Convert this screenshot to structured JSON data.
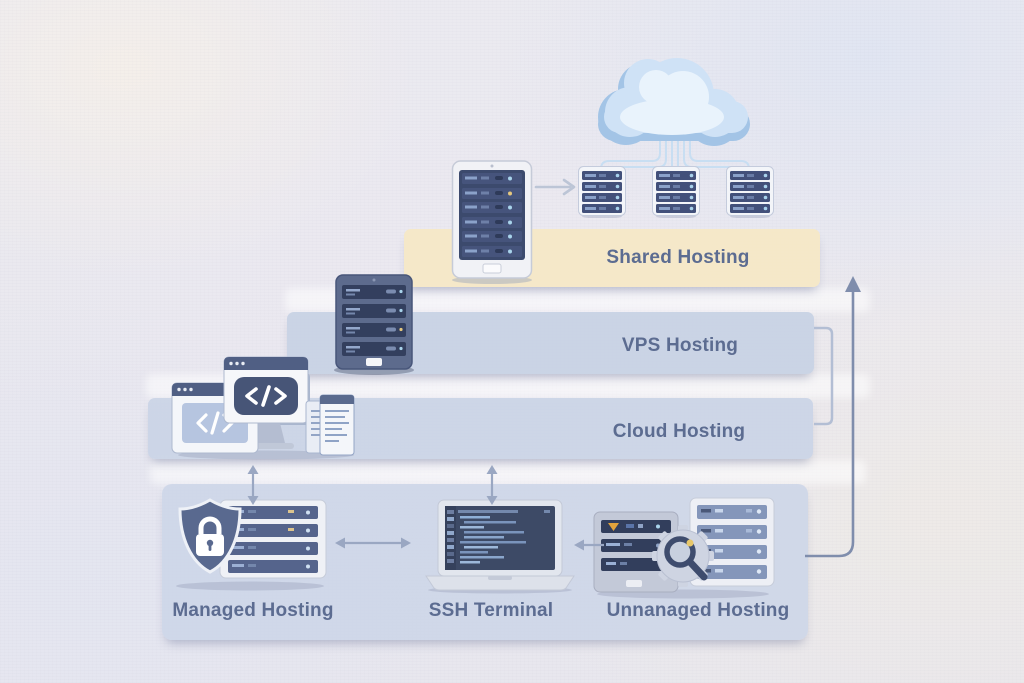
{
  "bands": {
    "shared": {
      "label": "Shared Hosting"
    },
    "vps": {
      "label": "VPS Hosting"
    },
    "cloud": {
      "label": "Cloud Hosting"
    }
  },
  "bottom": {
    "managed": {
      "label": "Managed Hosting"
    },
    "ssh": {
      "label": "SSH Terminal"
    },
    "unmanaged": {
      "label": "Unnanaged Hosting"
    }
  },
  "colors": {
    "background": "#ebeaf0",
    "shared_band": "#f6e8c6",
    "blue_band": "#c7d1e4",
    "bottom_band": "#cbd5e7",
    "label_text": "#5c6c91",
    "cloud_fill": "#cfe2f6",
    "cloud_shadow": "#a3c4e6",
    "server_dark": "#3c4a6d",
    "server_slate": "#5d6b8d",
    "shield": "#59698f",
    "warning_accent": "#e2a33c",
    "magnifier": "#3e4c6e",
    "arrow": "#9aa7c2",
    "long_arrow": "#7f8dac"
  },
  "icons": {
    "cloud-icon": "☁",
    "server-rack-icon": "⌸",
    "server-tower-icon": "▤",
    "arrow-right-icon": "→",
    "arrow-left-icon": "←",
    "arrow-up-icon": "↑",
    "arrow-up-down-icon": "↕",
    "arrow-left-right-icon": "↔",
    "bracket-icon": "]",
    "browser-window-icon": "▢",
    "code-icon": "</>",
    "document-icon": "☰",
    "shield-icon": "⛨",
    "lock-icon": "🔒",
    "laptop-icon": "💻",
    "terminal-icon": ">_",
    "gear-icon": "⚙",
    "magnifier-icon": "🔍",
    "warning-triangle-icon": "▼"
  }
}
